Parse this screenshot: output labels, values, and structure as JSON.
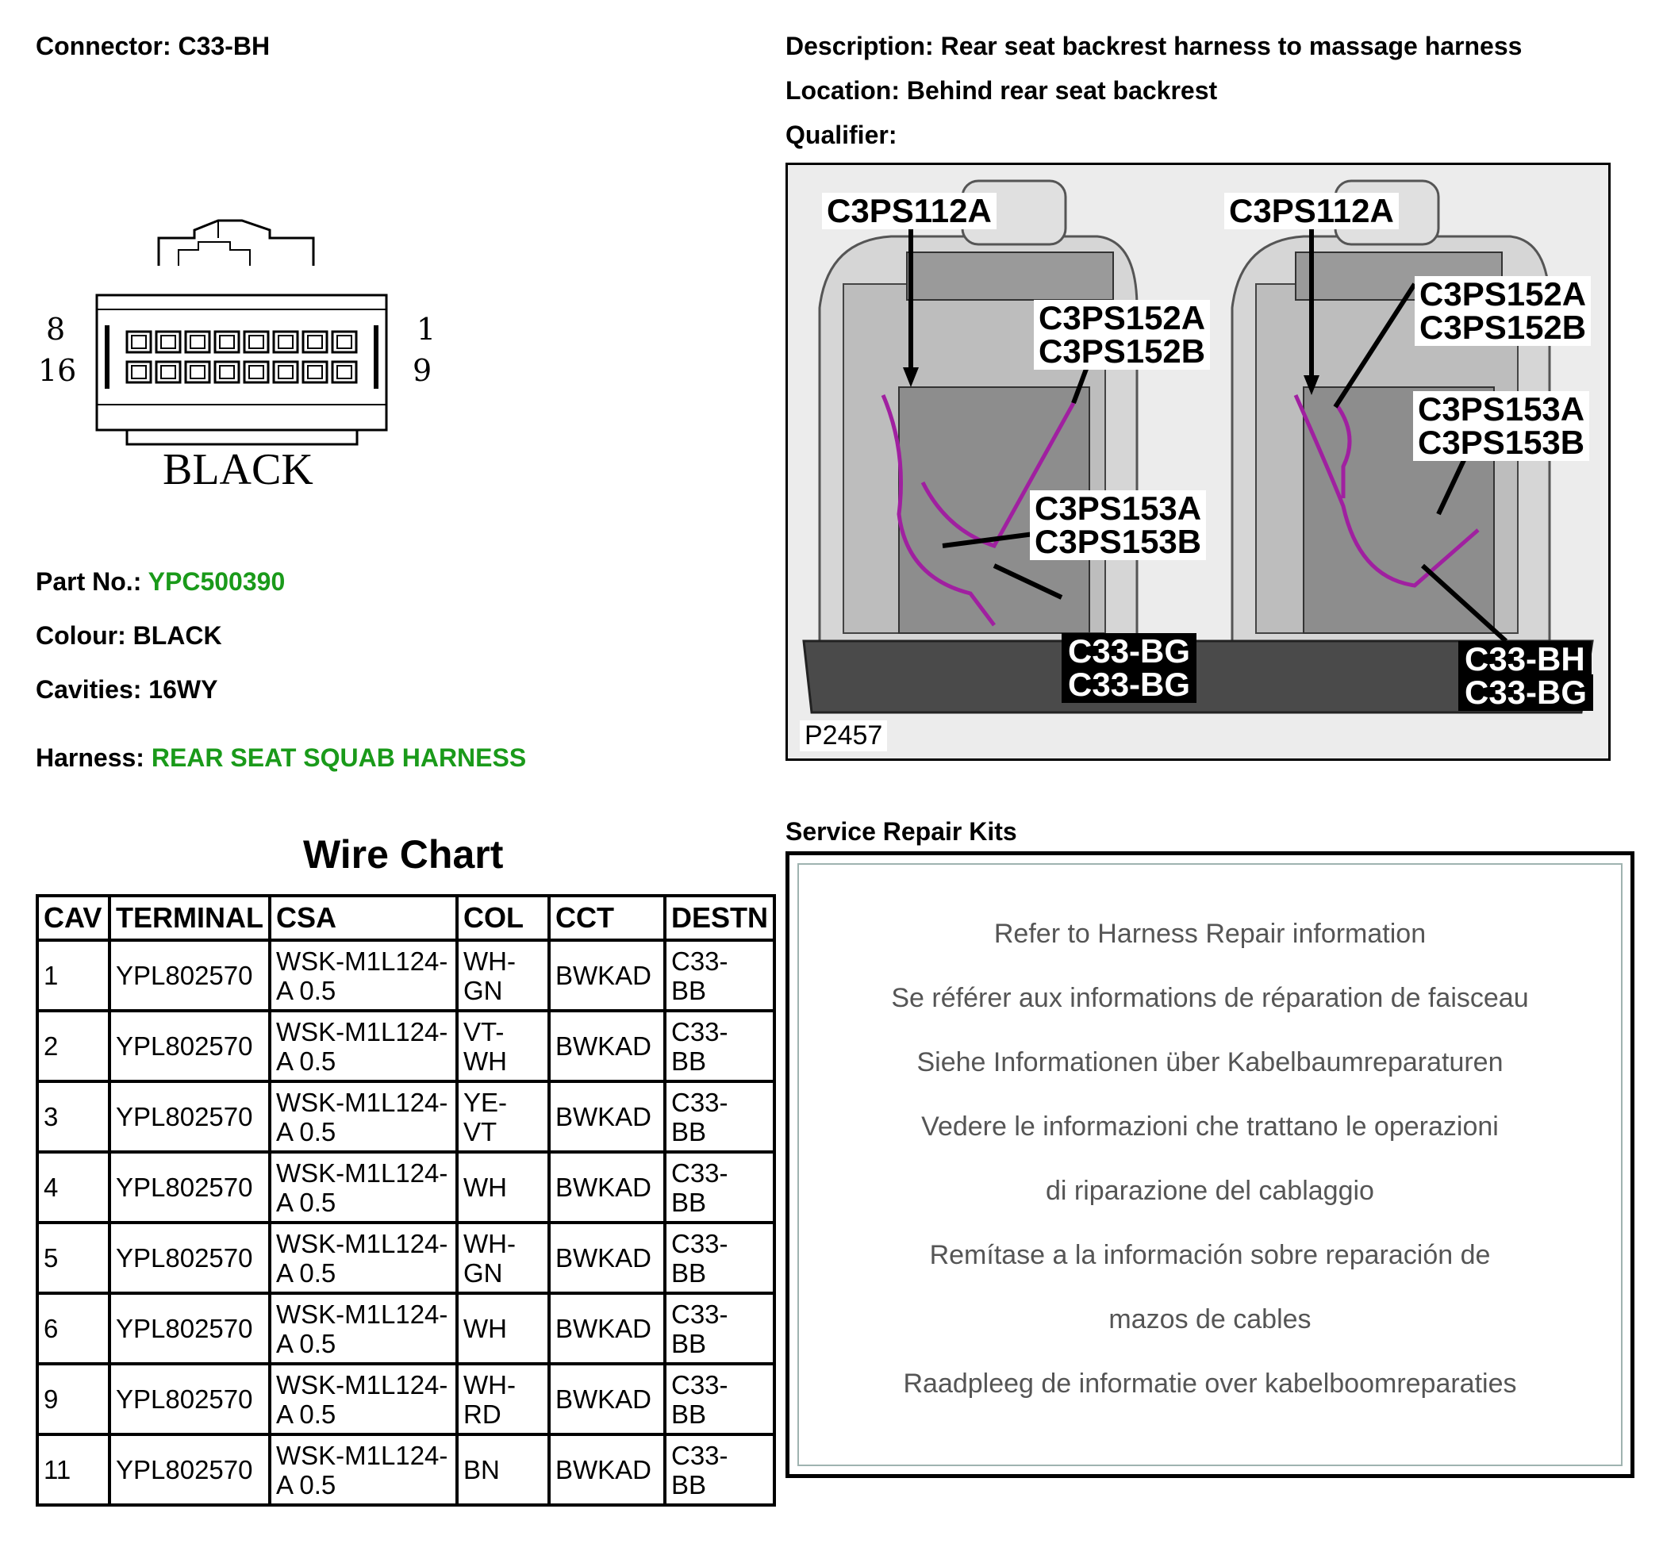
{
  "connector": {
    "label": "Connector:",
    "value": "C33-BH",
    "pin_top_left": "8",
    "pin_bottom_left": "16",
    "pin_top_right": "1",
    "pin_bottom_right": "9",
    "colour_label": "BLACK"
  },
  "description": {
    "label": "Description:",
    "value": "Rear seat backrest harness to massage harness"
  },
  "location": {
    "label": "Location:",
    "value": "Behind rear seat backrest"
  },
  "qualifier": {
    "label": "Qualifier:",
    "value": ""
  },
  "part_no": {
    "label": "Part No.:",
    "value": "YPC500390"
  },
  "colour": {
    "label": "Colour:",
    "value": "BLACK"
  },
  "cavities": {
    "label": "Cavities:",
    "value": "16WY"
  },
  "harness": {
    "label": "Harness:",
    "value": "REAR SEAT SQUAB HARNESS"
  },
  "photo": {
    "callouts_left": {
      "c1": "C3PS112A",
      "c2a": "C3PS152A",
      "c2b": "C3PS152B",
      "c3a": "C3PS153A",
      "c3b": "C3PS153B",
      "c4a": "C33-BG",
      "c4b": "C33-BG"
    },
    "callouts_right": {
      "c1": "C3PS112A",
      "c2a": "C3PS152A",
      "c2b": "C3PS152B",
      "c3a": "C3PS153A",
      "c3b": "C3PS153B",
      "c4a": "C33-BH",
      "c4b": "C33-BG"
    },
    "figure_id": "P2457",
    "colors": {
      "wire": "#a020a0",
      "background": "#e9e9e9"
    }
  },
  "wire_chart": {
    "title": "Wire Chart",
    "headers": [
      "CAV",
      "TERMINAL",
      "CSA",
      "COL",
      "CCT",
      "DESTN"
    ],
    "rows": [
      {
        "cav": "1",
        "terminal": "YPL802570",
        "csa1": "WSK-M1L124-",
        "csa2": "A 0.5",
        "col1": "WH-",
        "col2": "GN",
        "cct": "BWKAD",
        "dest1": "C33-",
        "dest2": "BB"
      },
      {
        "cav": "2",
        "terminal": "YPL802570",
        "csa1": "WSK-M1L124-",
        "csa2": "A 0.5",
        "col1": "VT-",
        "col2": "WH",
        "cct": "BWKAD",
        "dest1": "C33-",
        "dest2": "BB"
      },
      {
        "cav": "3",
        "terminal": "YPL802570",
        "csa1": "WSK-M1L124-",
        "csa2": "A 0.5",
        "col1": "YE-",
        "col2": "VT",
        "cct": "BWKAD",
        "dest1": "C33-",
        "dest2": "BB"
      },
      {
        "cav": "4",
        "terminal": "YPL802570",
        "csa1": "WSK-M1L124-",
        "csa2": "A 0.5",
        "col1": "WH",
        "col2": "",
        "cct": "BWKAD",
        "dest1": "C33-",
        "dest2": "BB"
      },
      {
        "cav": "5",
        "terminal": "YPL802570",
        "csa1": "WSK-M1L124-",
        "csa2": "A 0.5",
        "col1": "WH-",
        "col2": "GN",
        "cct": "BWKAD",
        "dest1": "C33-",
        "dest2": "BB"
      },
      {
        "cav": "6",
        "terminal": "YPL802570",
        "csa1": "WSK-M1L124-",
        "csa2": "A 0.5",
        "col1": "WH",
        "col2": "",
        "cct": "BWKAD",
        "dest1": "C33-",
        "dest2": "BB"
      },
      {
        "cav": "9",
        "terminal": "YPL802570",
        "csa1": "WSK-M1L124-",
        "csa2": "A 0.5",
        "col1": "WH-",
        "col2": "RD",
        "cct": "BWKAD",
        "dest1": "C33-",
        "dest2": "BB"
      },
      {
        "cav": "11",
        "terminal": "YPL802570",
        "csa1": "WSK-M1L124-",
        "csa2": "A 0.5",
        "col1": "BN",
        "col2": "",
        "cct": "BWKAD",
        "dest1": "C33-",
        "dest2": "BB"
      }
    ]
  },
  "service_repair_kits": {
    "title": "Service Repair Kits",
    "lines": [
      "Refer to Harness Repair information",
      "Se référer aux informations de réparation de faisceau",
      "Siehe Informationen über Kabelbaumreparaturen",
      "Vedere le informazioni che trattano le operazioni",
      "di riparazione del cablaggio",
      "Remítase a la información sobre reparación de",
      "mazos de cables",
      "Raadpleeg de informatie over kabelboomreparaties"
    ]
  }
}
